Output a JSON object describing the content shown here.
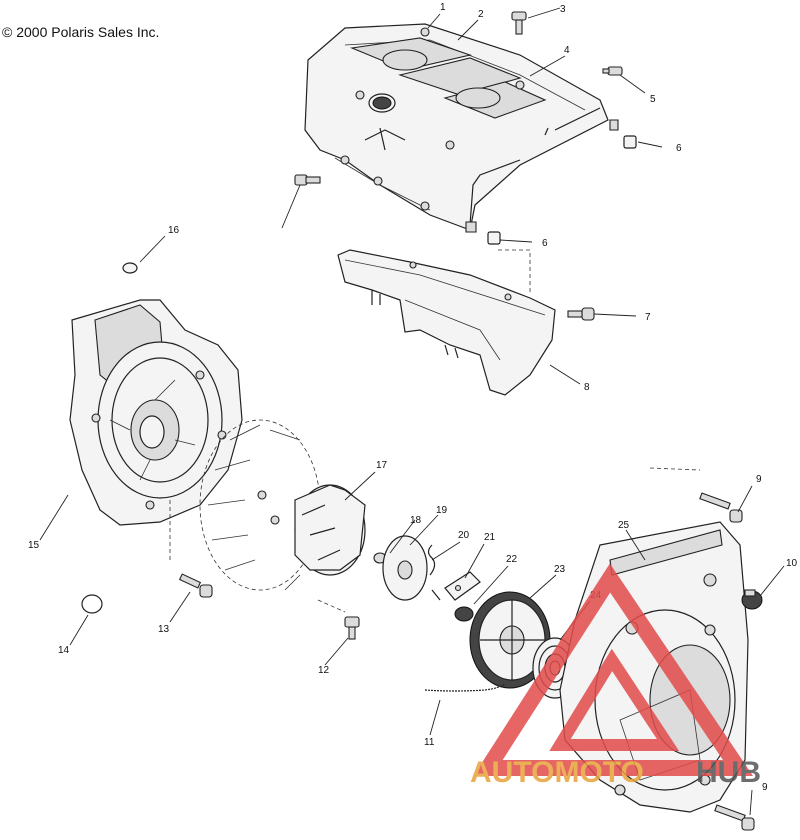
{
  "copyright": "© 2000 Polaris Sales Inc.",
  "watermark": {
    "word_part1": "AUTOMOTO",
    "word_part2": "HUB",
    "color_primary": "#e8a33a",
    "color_secondary": "#555555",
    "triangle_color": "#e24b4b"
  },
  "callouts": [
    "1",
    "2",
    "3",
    "4",
    "5",
    "6",
    "6",
    "7",
    "8",
    "9",
    "10",
    "11",
    "12",
    "13",
    "14",
    "15",
    "16",
    "17",
    "18",
    "19",
    "20",
    "21",
    "22",
    "23",
    "24",
    "25",
    "9"
  ]
}
